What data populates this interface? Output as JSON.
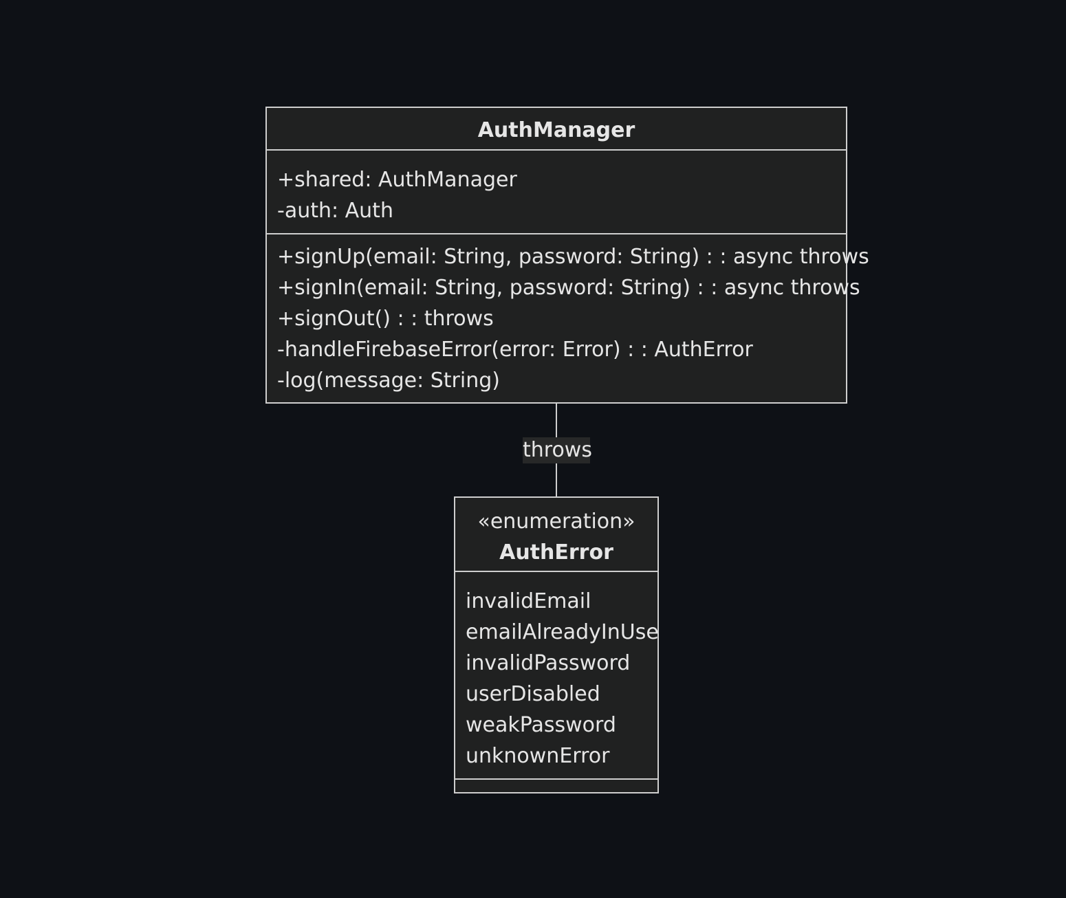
{
  "classes": {
    "auth_manager": {
      "name": "AuthManager",
      "attributes": [
        "+shared: AuthManager",
        "-auth: Auth"
      ],
      "methods": [
        "+signUp(email: String, password: String) : : async throws",
        "+signIn(email: String, password: String) : : async throws",
        "+signOut() : : throws",
        "-handleFirebaseError(error: Error) : : AuthError",
        "-log(message: String)"
      ]
    },
    "auth_error": {
      "stereotype": "«enumeration»",
      "name": "AuthError",
      "values": [
        "invalidEmail",
        "emailAlreadyInUse",
        "invalidPassword",
        "userDisabled",
        "weakPassword",
        "unknownError"
      ]
    }
  },
  "relationship": {
    "from": "AuthManager",
    "to": "AuthError",
    "label": "throws"
  },
  "colors": {
    "background": "#0e1116",
    "class_fill": "#202121",
    "stroke": "#cfcfcf",
    "text": "#e6e6e6",
    "label_fill": "#272828"
  }
}
